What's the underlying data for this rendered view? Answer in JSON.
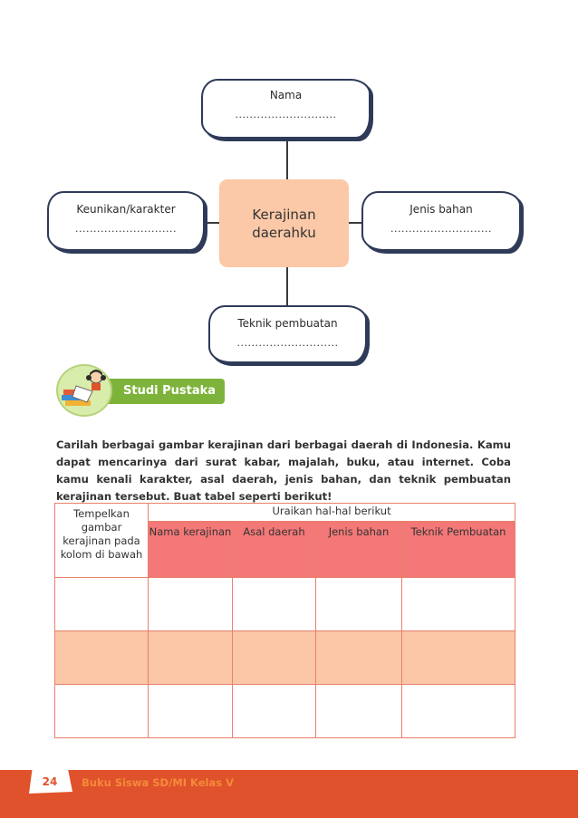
{
  "diagram": {
    "center": "Kerajinan daerahku",
    "nodes": {
      "top": {
        "label": "Nama",
        "blank": "............................"
      },
      "left": {
        "label": "Keunikan/karakter",
        "blank": "............................"
      },
      "right": {
        "label": "Jenis bahan",
        "blank": "............................"
      },
      "bottom": {
        "label": "Teknik pembuatan",
        "blank": "............................"
      }
    }
  },
  "section": {
    "title": "Studi Pustaka"
  },
  "instructions": "Carilah berbagai gambar kerajinan dari berbagai daerah di Indonesia. Kamu dapat mencarinya dari surat kabar, majalah, buku, atau internet. Coba kamu kenali karakter, asal daerah, jenis bahan, dan teknik pembuatan kerajinan tersebut. Buat tabel seperti berikut!",
  "table": {
    "first_header": "Tempelkan gambar kerajinan pada kolom di bawah",
    "group_header": "Uraikan hal-hal berikut",
    "sub_headers": [
      "Nama kerajinan",
      "Asal daerah",
      "Jenis bahan",
      "Teknik Pembuatan"
    ]
  },
  "footer": {
    "page_number": "24",
    "book_title": "Buku Siswa SD/MI Kelas V"
  },
  "colors": {
    "center_box": "#fbc9a8",
    "header_red": "#f37877",
    "row_peach": "#fbc7a6",
    "banner_green": "#7db33a",
    "footer_orange": "#e0522b"
  }
}
